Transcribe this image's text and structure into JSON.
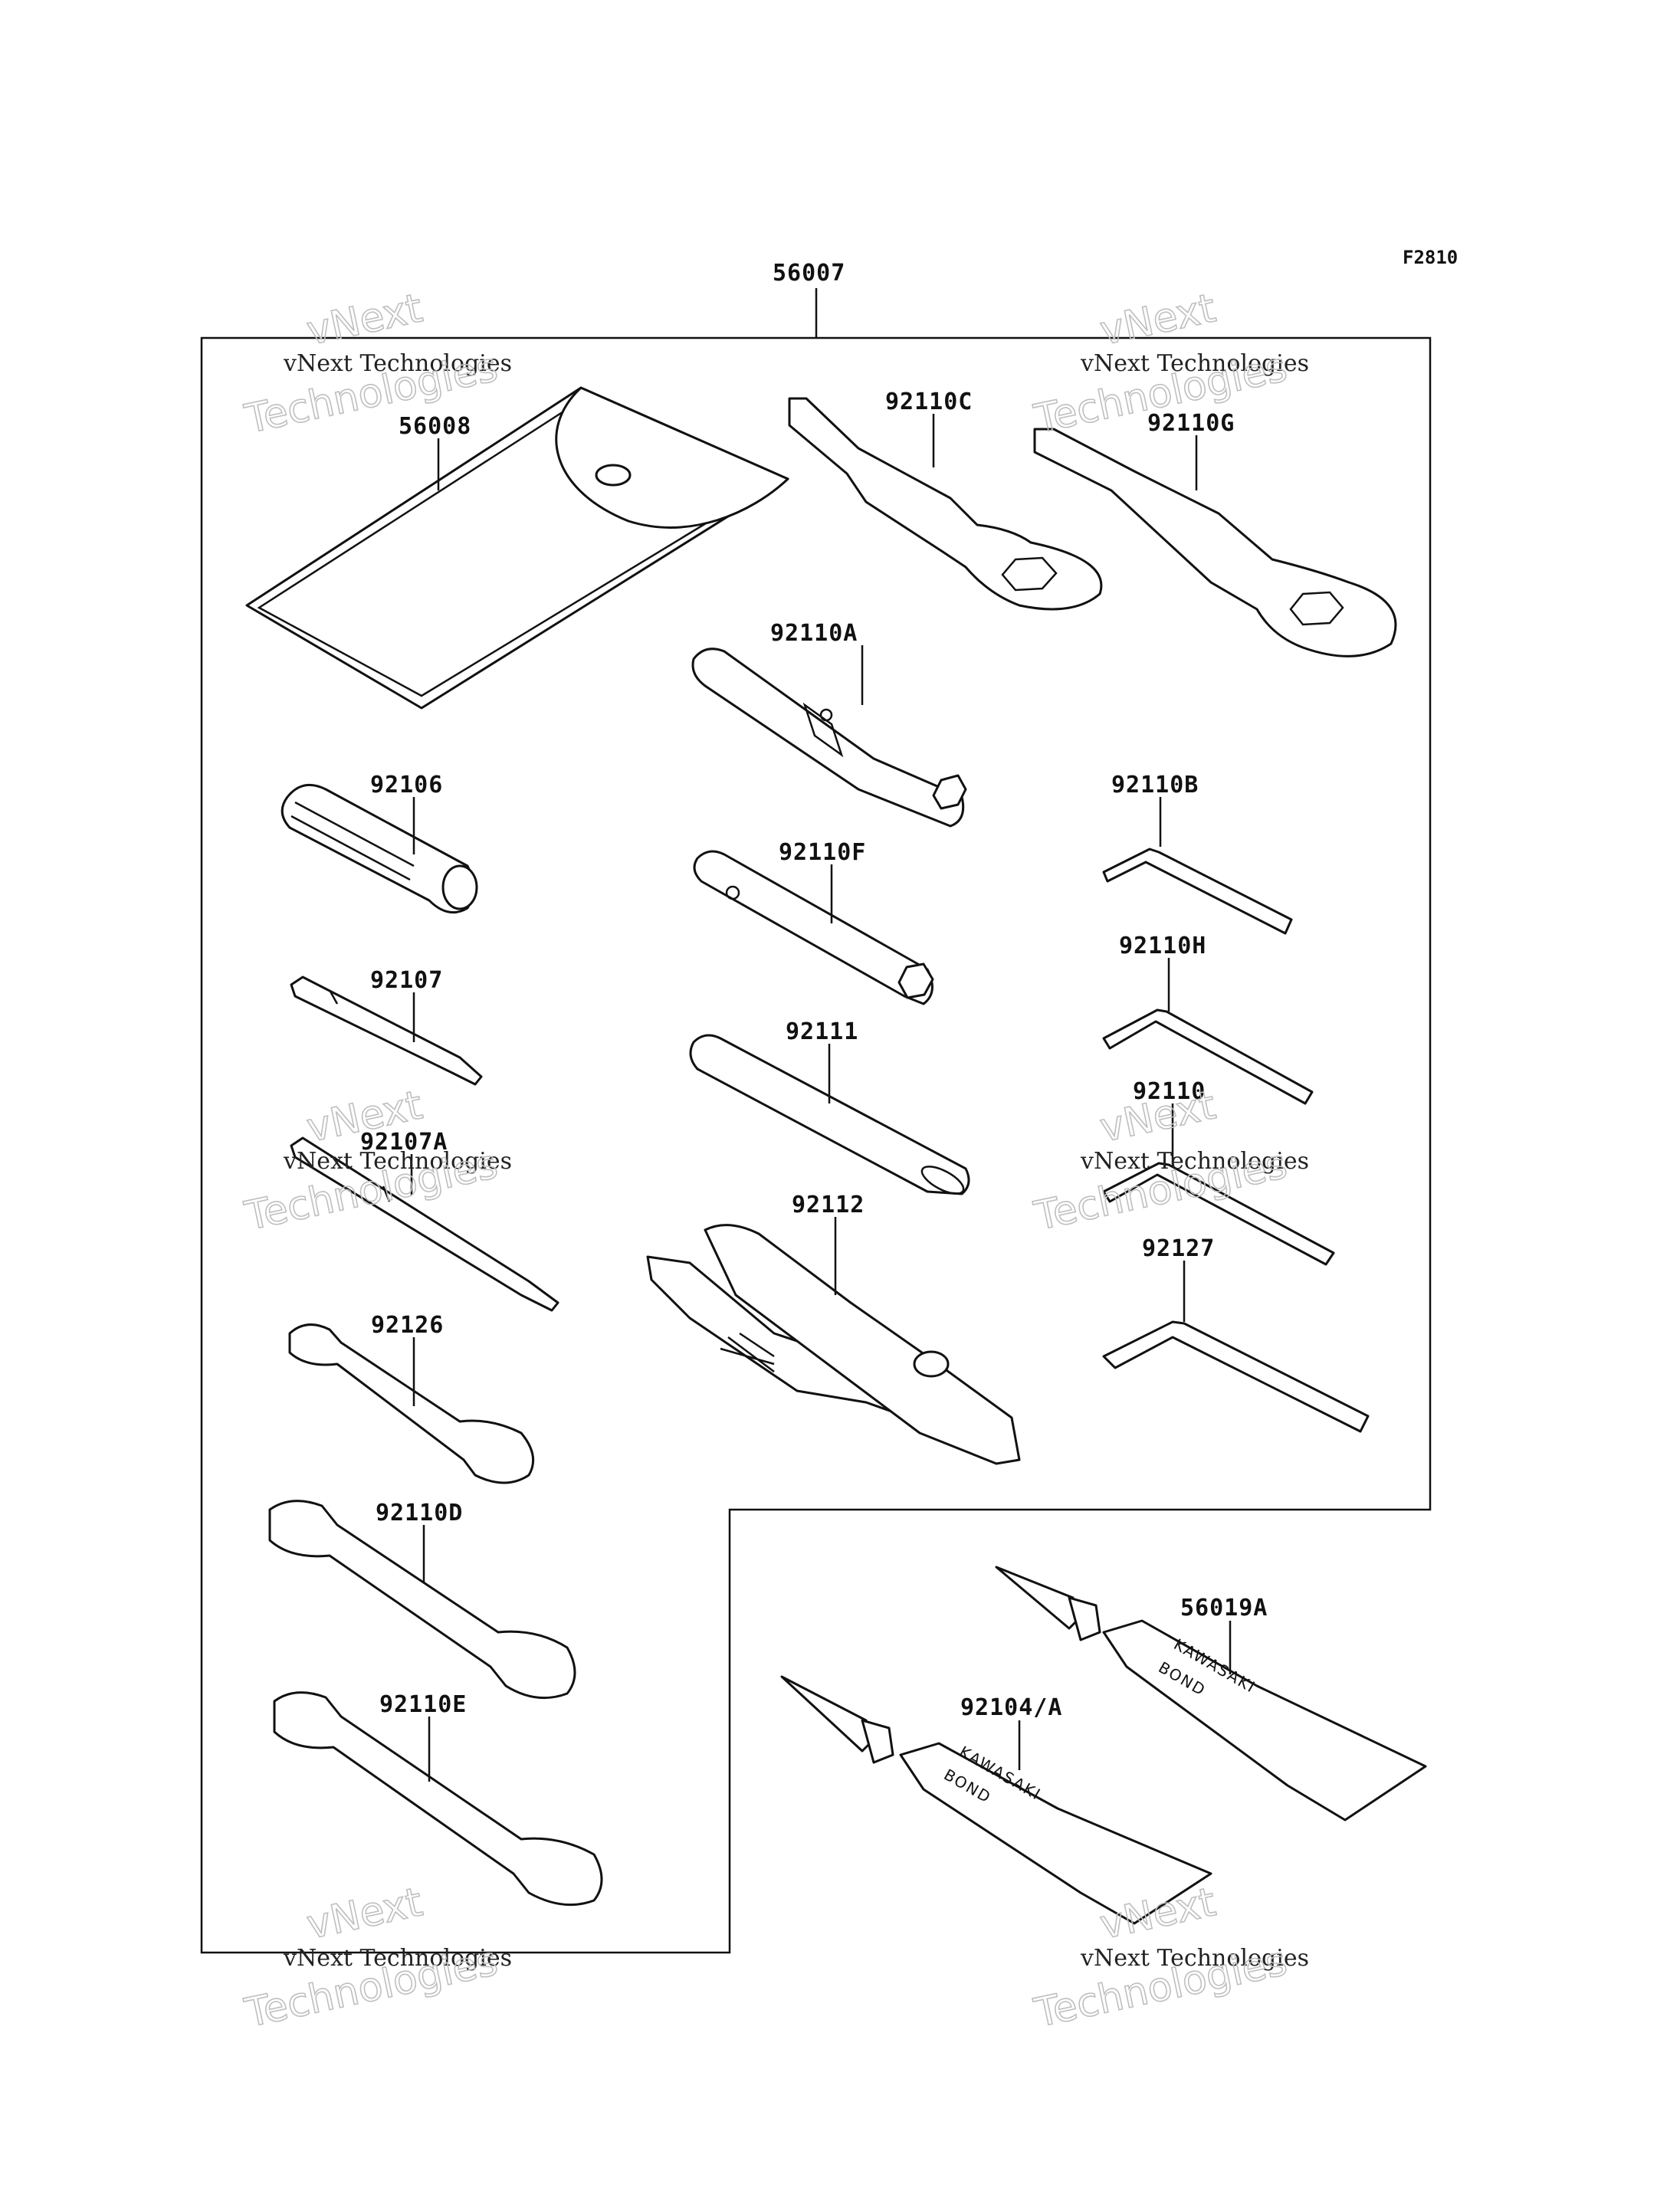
{
  "figure_code": "F2810",
  "kit": {
    "part_number": "56007"
  },
  "parts": [
    {
      "id": "pouch",
      "part_number": "56008"
    },
    {
      "id": "ring-wrench-c",
      "part_number": "92110C"
    },
    {
      "id": "ring-wrench-g",
      "part_number": "92110G"
    },
    {
      "id": "socket-handle",
      "part_number": "92110A"
    },
    {
      "id": "screwdriver-grip",
      "part_number": "92106"
    },
    {
      "id": "hex-key-b",
      "part_number": "92110B"
    },
    {
      "id": "box-wrench-f",
      "part_number": "92110F"
    },
    {
      "id": "screwdriver-bit",
      "part_number": "92107"
    },
    {
      "id": "hex-key-h",
      "part_number": "92110H"
    },
    {
      "id": "extension-bar",
      "part_number": "92111"
    },
    {
      "id": "screwdriver-bit-a",
      "part_number": "92107A"
    },
    {
      "id": "hex-key",
      "part_number": "92110"
    },
    {
      "id": "pliers",
      "part_number": "92112"
    },
    {
      "id": "hex-key-large",
      "part_number": "92127"
    },
    {
      "id": "open-wrench-small",
      "part_number": "92126"
    },
    {
      "id": "open-wrench-d",
      "part_number": "92110D"
    },
    {
      "id": "open-wrench-e",
      "part_number": "92110E"
    },
    {
      "id": "bond-tube-a",
      "part_number": "56019A"
    },
    {
      "id": "bond-tube",
      "part_number": "92104/A"
    }
  ],
  "tube_labels": {
    "brand": "KAWASAKI",
    "product": "BOND"
  },
  "watermark": {
    "line1": "vNext Technologies",
    "line2": "vNext",
    "line3": "Technologies"
  }
}
